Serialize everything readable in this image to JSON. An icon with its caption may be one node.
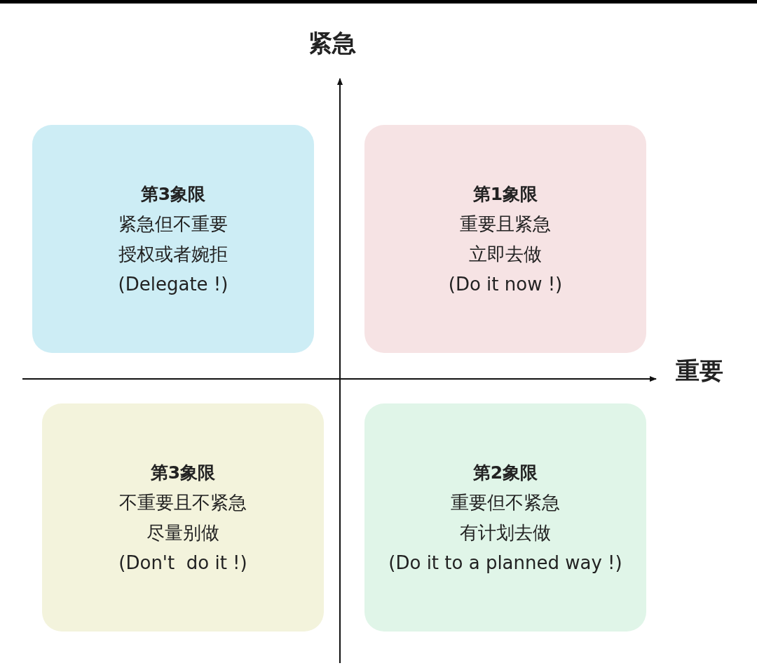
{
  "diagram": {
    "nodes": [
      {
        "text": [
          "第3象限",
          "紧急但不重要",
          "授权或者婉拒",
          "(Delegate !)"
        ]
      },
      {
        "text": [
          "第1象限",
          "重要且紧急",
          "立即去做",
          "(Do it now !)"
        ]
      },
      {
        "text": [
          "第3象限",
          "不重要且不紧急",
          "尽量别做",
          "(Don't  do it !)"
        ]
      },
      {
        "text": [
          "第2象限",
          "重要但不紧急",
          "有计划去做",
          "(Do it to a planned way !)"
        ]
      }
    ],
    "labels": [
      "紧急",
      "重要"
    ]
  }
}
